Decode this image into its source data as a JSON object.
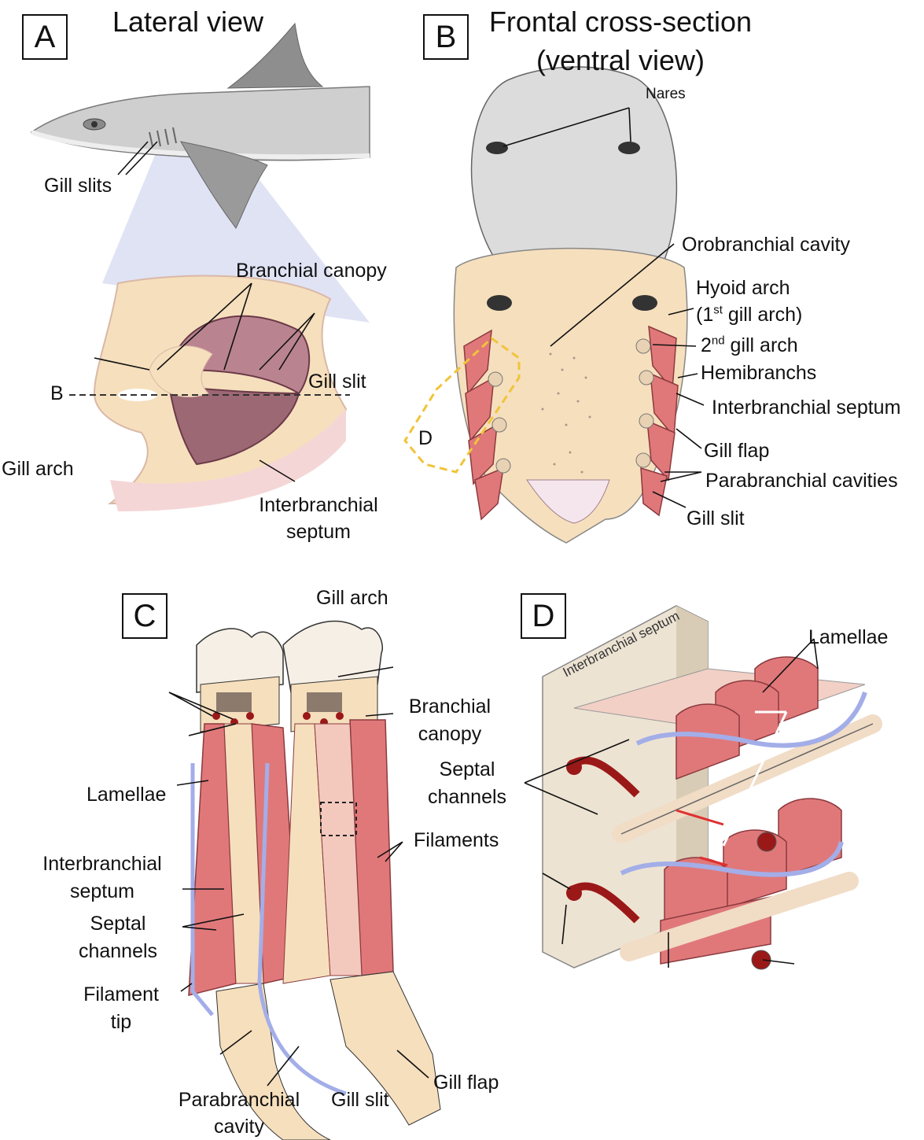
{
  "panelA": {
    "letter": "A",
    "title": "Lateral view",
    "labels": {
      "gill_slits": "Gill slits",
      "branchial_canopy": "Branchial canopy",
      "b_marker": "B",
      "gill_slit": "Gill slit",
      "gill_arch": "Gill arch",
      "interbranchial_septum_1": "Interbranchial",
      "interbranchial_septum_2": "septum"
    }
  },
  "panelB": {
    "letter": "B",
    "title_line1": "Frontal cross-section",
    "title_line2": "(ventral view)",
    "labels": {
      "nares": "Nares",
      "orobranchial_cavity": "Orobranchial cavity",
      "hyoid_arch": "Hyoid arch",
      "first_gill_arch_pre": "(1",
      "first_gill_arch_sup": "st",
      "first_gill_arch_post": " gill arch)",
      "second_gill_arch_pre": "2",
      "second_gill_arch_sup": "nd",
      "second_gill_arch_post": " gill arch",
      "hemibranchs": "Hemibranchs",
      "interbranchial_septum": "Interbranchial septum",
      "d_marker": "D",
      "gill_flap": "Gill flap",
      "parabranchial_cavities": "Parabranchial cavities",
      "gill_slit": "Gill slit"
    }
  },
  "panelC": {
    "letter": "C",
    "labels": {
      "gill_arch": "Gill arch",
      "branchial_canopy_1": "Branchial",
      "branchial_canopy_2": "canopy",
      "lamellae": "Lamellae",
      "interbranchial_septum_1": "Interbranchial",
      "interbranchial_septum_2": "septum",
      "septal_channels_1": "Septal",
      "septal_channels_2": "channels",
      "filaments": "Filaments",
      "filament_tip_1": "Filament",
      "filament_tip_2": "tip",
      "parabranchial_cavity_1": "Parabranchial",
      "parabranchial_cavity_2": "cavity",
      "gill_slit": "Gill slit",
      "gill_flap": "Gill flap"
    }
  },
  "panelD": {
    "letter": "D",
    "labels": {
      "lamellae": "Lamellae",
      "septal_channels_1": "Septal",
      "septal_channels_2": "channels",
      "interbranchial_septum_block": "Interbranchial septum"
    }
  },
  "colors": {
    "tissue_tan": "#f6dfbd",
    "lamella_red": "#e0787a",
    "lamella_dark": "#b3484c",
    "flow_blue": "#a3aee8",
    "highlight_yellow": "#f0c43b",
    "vessel_red": "#9b1818",
    "skin_gray": "#dcdcdc",
    "projection_lavender": "#d6daf0"
  }
}
